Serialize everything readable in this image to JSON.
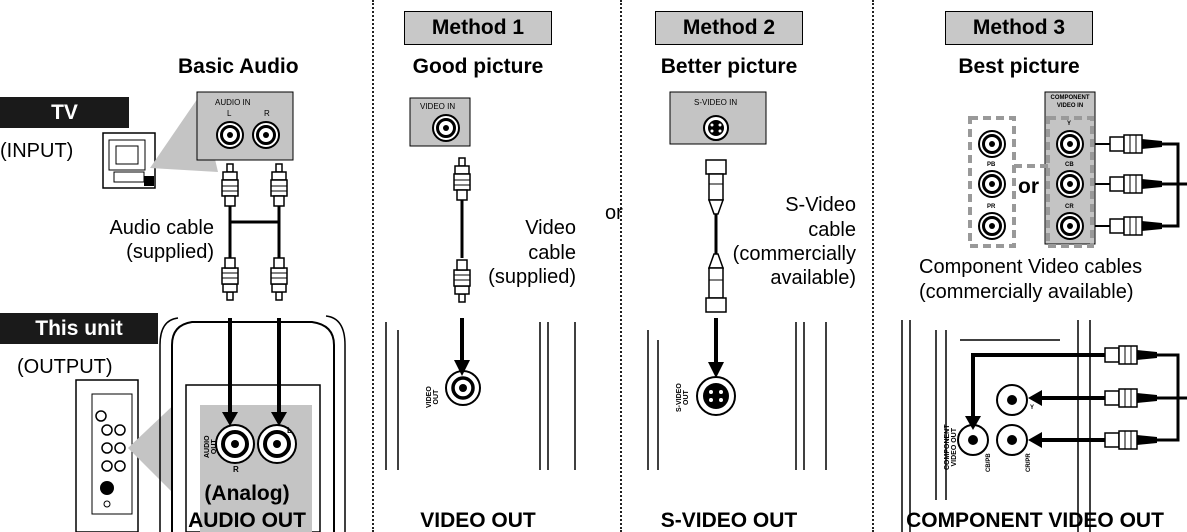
{
  "basic_audio": {
    "title": "Basic Audio",
    "tv_label": "TV",
    "tv_input": "(INPUT)",
    "audio_in_panel": "AUDIO IN",
    "channel_l": "L",
    "channel_r": "R",
    "cable_label_1": "Audio cable",
    "cable_label_2": "(supplied)",
    "unit_label": "This unit",
    "unit_output": "(OUTPUT)",
    "jack_label_audio": "AUDIO",
    "jack_label_out": "OUT",
    "bottom_1": "(Analog)",
    "bottom_2": "AUDIO OUT"
  },
  "or_between": "or",
  "method1": {
    "badge": "Method 1",
    "quality": "Good picture",
    "panel": "VIDEO IN",
    "cable_1": "Video",
    "cable_2": "cable",
    "cable_3": "(supplied)",
    "jack_1": "VIDEO",
    "jack_2": "OUT",
    "bottom": "VIDEO OUT"
  },
  "method2": {
    "badge": "Method 2",
    "quality": "Better picture",
    "panel": "S-VIDEO IN",
    "cable_1": "S-Video",
    "cable_2": "cable",
    "cable_3": "(commercially",
    "cable_4": "available)",
    "jack_1": "S-VIDEO",
    "jack_2": "OUT",
    "bottom": "S-VIDEO OUT"
  },
  "method3": {
    "badge": "Method 3",
    "quality": "Best picture",
    "panel_1": "COMPONENT",
    "panel_2": "VIDEO IN",
    "ch_y": "Y",
    "ch_cb": "CB",
    "ch_cr": "CR",
    "ch_pb": "PB",
    "ch_pr": "PR",
    "or_word": "or",
    "cable_1": "Component Video cables",
    "cable_2": "(commercially available)",
    "jack_1": "COMPONENT",
    "jack_2": "VIDEO OUT",
    "jack_cbpb": "CB/PB",
    "jack_crpr": "CR/PR",
    "bottom": "COMPONENT VIDEO OUT"
  },
  "icons": [
    "rca-jack-icon",
    "rca-plug-icon",
    "s-video-plug-icon",
    "arrow-down-icon",
    "tv-icon",
    "player-unit-icon"
  ],
  "colors": {
    "badge_fill": "#c8c8c8",
    "label_fill": "#1a1a1a",
    "panel_fill": "#c4c4c4"
  }
}
